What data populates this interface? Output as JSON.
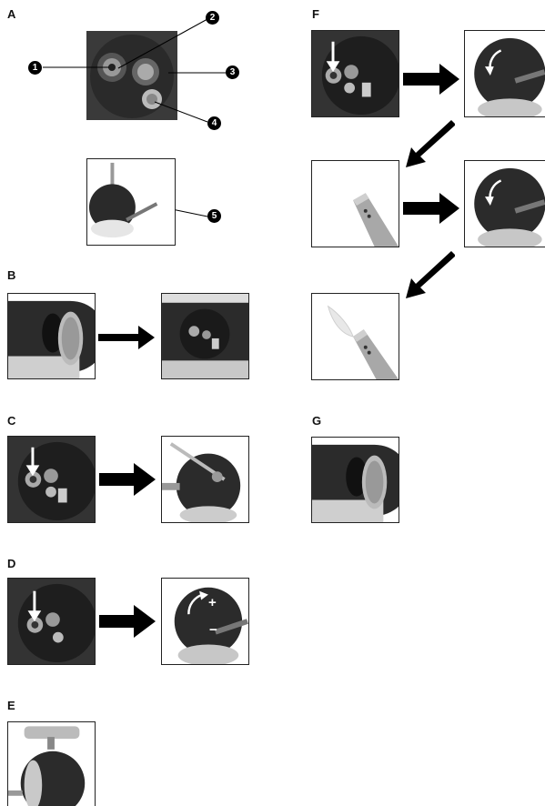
{
  "sections": {
    "a": "A",
    "b": "B",
    "c": "C",
    "d": "D",
    "e": "E",
    "f": "F",
    "g": "G"
  },
  "callouts": [
    "1",
    "2",
    "3",
    "4",
    "5"
  ],
  "polarity": {
    "plus": "+",
    "minus": "−"
  },
  "colors": {
    "ink": "#111111",
    "dark": "#2b2b2b",
    "metal": "#b8b8b8",
    "bg": "#ffffff"
  }
}
